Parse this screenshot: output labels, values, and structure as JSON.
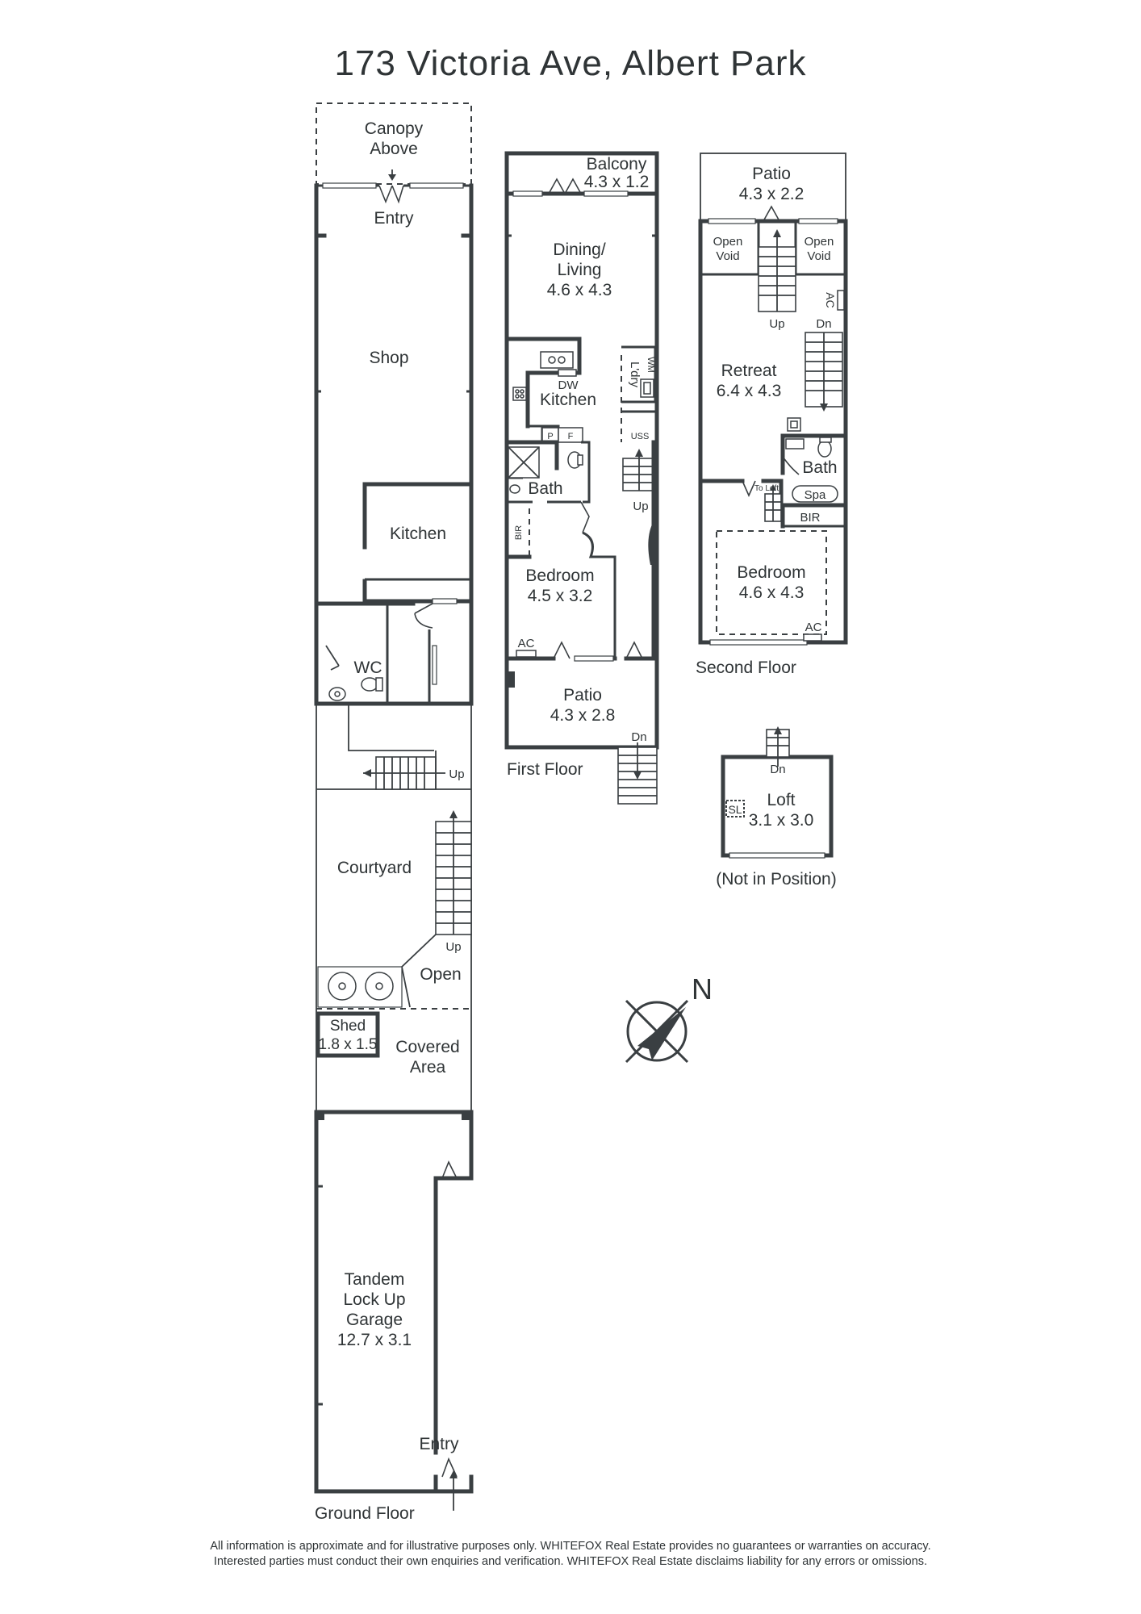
{
  "title": "173 Victoria Ave, Albert Park",
  "floors": {
    "ground": "Ground Floor",
    "first": "First Floor",
    "second": "Second Floor",
    "loft_note": "(Not in Position)"
  },
  "ground_rooms": {
    "canopy_1": "Canopy",
    "canopy_2": "Above",
    "entry_top": "Entry",
    "shop": "Shop",
    "kitchen": "Kitchen",
    "wc": "WC",
    "up_1": "Up",
    "courtyard": "Courtyard",
    "up_2": "Up",
    "open": "Open",
    "shed_name": "Shed",
    "shed_dims": "1.8 x 1.5",
    "covered_1": "Covered",
    "covered_2": "Area",
    "garage_1": "Tandem",
    "garage_2": "Lock Up",
    "garage_3": "Garage",
    "garage_4": "12.7 x 3.1",
    "entry_bottom": "Entry"
  },
  "first_rooms": {
    "balcony_name": "Balcony",
    "balcony_dims": "4.3 x 1.2",
    "dining_1": "Dining/",
    "dining_2": "Living",
    "dining_dims": "4.6 x 4.3",
    "dw": "DW",
    "kitchen": "Kitchen",
    "ldry": "L'dry",
    "wm": "WM",
    "p": "P",
    "f": "F",
    "uss": "USS",
    "bath": "Bath",
    "up": "Up",
    "bir": "BIR",
    "bedroom_name": "Bedroom",
    "bedroom_dims": "4.5 x 3.2",
    "ac": "AC",
    "patio_name": "Patio",
    "patio_dims": "4.3 x 2.8",
    "dn": "Dn"
  },
  "second_rooms": {
    "patio_name": "Patio",
    "patio_dims": "4.3 x 2.2",
    "void_l_1": "Open",
    "void_l_2": "Void",
    "void_r_1": "Open",
    "void_r_2": "Void",
    "up": "Up",
    "dn": "Dn",
    "ac_top": "AC",
    "retreat_name": "Retreat",
    "retreat_dims": "6.4 x 4.3",
    "bath": "Bath",
    "spa": "Spa",
    "to_loft": "To Loft",
    "bir": "BIR",
    "bedroom_name": "Bedroom",
    "bedroom_dims": "4.6 x 4.3",
    "ac_bottom": "AC"
  },
  "loft": {
    "dn": "Dn",
    "sl": "SL",
    "name": "Loft",
    "dims": "3.1 x 3.0"
  },
  "compass": {
    "label": "N"
  },
  "disclaimer": {
    "line1": "All information is approximate and for illustrative purposes only. WHITEFOX Real Estate provides no guarantees or warranties on accuracy.",
    "line2": "Interested parties must conduct their own enquiries and verification. WHITEFOX Real Estate disclaims liability for any errors or omissions."
  }
}
